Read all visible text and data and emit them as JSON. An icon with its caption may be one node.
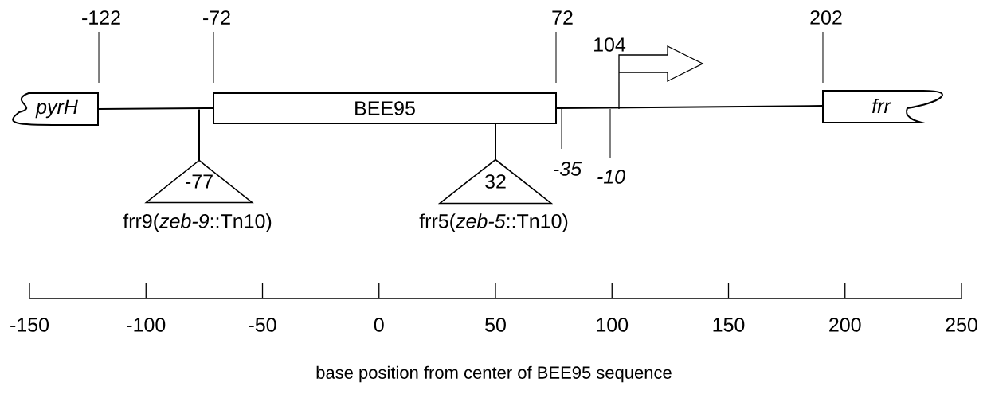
{
  "diagram": {
    "nodes": [
      {
        "text": [
          "pyrH"
        ]
      },
      {
        "text": [
          "BEE95"
        ]
      },
      {
        "text": [
          "frr"
        ]
      },
      {
        "text": [
          "-77"
        ],
        "beside": [
          "frr9(*zeb-9*::Tn10)"
        ]
      },
      {
        "text": [
          "32"
        ],
        "beside": [
          "frr5(*zeb-5*::Tn10)"
        ]
      }
    ],
    "edges": [
      {
        "from": 0,
        "to": 1,
        "arrow": "none"
      },
      {
        "from": 1,
        "to": 2,
        "arrow": "none"
      },
      {
        "from": null,
        "to": 3,
        "arrow": "none"
      },
      {
        "from": 1,
        "to": 4,
        "arrow": "none"
      }
    ],
    "labels": [
      "-122",
      "-72",
      "72",
      "104",
      "202",
      "-35",
      "-10",
      "-150",
      "-100",
      "-50",
      "0",
      "50",
      "100",
      "150",
      "200",
      "250",
      "base position from center of BEE95 sequence"
    ]
  }
}
